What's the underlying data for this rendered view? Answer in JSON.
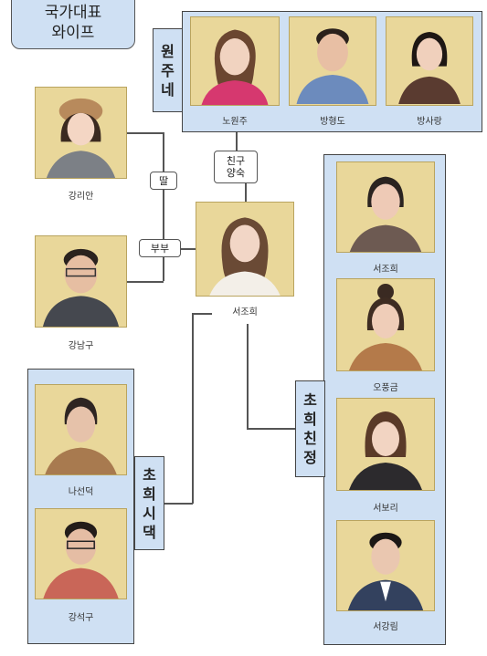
{
  "title": {
    "line1": "국가대표",
    "line2": "와이프"
  },
  "groups": {
    "won": {
      "label": [
        "원",
        "주",
        "네"
      ],
      "members": [
        "노원주",
        "방형도",
        "방사랑"
      ]
    },
    "chinjeong": {
      "label": [
        "초",
        "희",
        "친",
        "정"
      ],
      "members": [
        "서조희",
        "오풍금",
        "서보리",
        "서강림"
      ]
    },
    "sidaek": {
      "label": [
        "초",
        "희",
        "시",
        "댁"
      ],
      "members": [
        "나선덕",
        "강석구"
      ]
    }
  },
  "left": {
    "daughter": "강리안",
    "husband": "강남구"
  },
  "center": {
    "name": "서조희"
  },
  "relations": {
    "friend": [
      "친구",
      "양숙"
    ],
    "daughter": "딸",
    "spouse": "부부"
  },
  "colors": {
    "group_bg": "#cfe0f3",
    "photo_bg": "#e9d79a",
    "line": "#555555"
  }
}
